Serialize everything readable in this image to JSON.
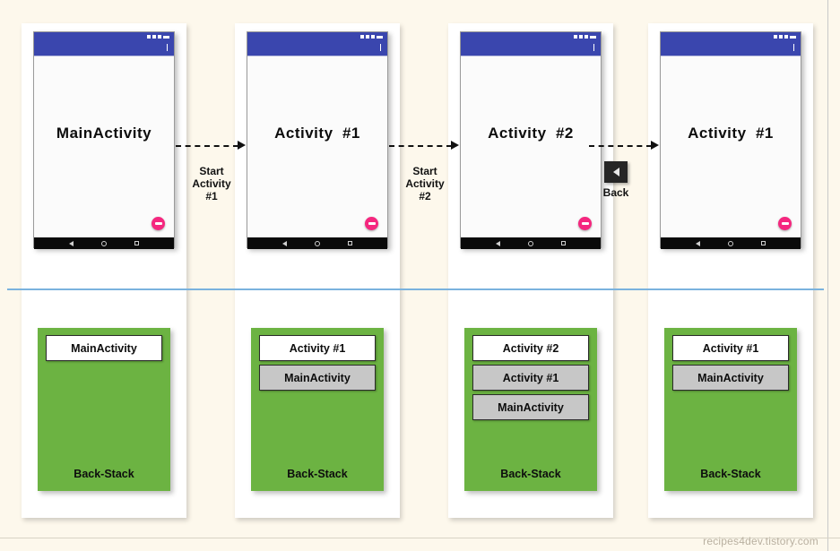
{
  "meta": {
    "watermark": "recipes4dev.tistory.com",
    "colors": {
      "background": "#fbeecb",
      "panel": "#fdf8ec",
      "column": "#ffffff",
      "divider": "#7ab2de",
      "status_bar": "#3a46ae",
      "fab": "#f5277f",
      "nav_bar": "#0a0a0a",
      "stack_green": "#6cb342",
      "stack_item_top": "#ffffff",
      "stack_item_below": "#c7c7c7",
      "back_button": "#262626"
    }
  },
  "steps": [
    {
      "id": "step-1",
      "screen_title": "MainActivity",
      "stack_caption": "Back-Stack",
      "stack_items": [
        {
          "label": "MainActivity",
          "state": "top"
        }
      ]
    },
    {
      "id": "step-2",
      "screen_title": "Activity  #1",
      "stack_caption": "Back-Stack",
      "stack_items": [
        {
          "label": "Activity #1",
          "state": "top"
        },
        {
          "label": "MainActivity",
          "state": "below"
        }
      ]
    },
    {
      "id": "step-3",
      "screen_title": "Activity  #2",
      "stack_caption": "Back-Stack",
      "stack_items": [
        {
          "label": "Activity #2",
          "state": "top"
        },
        {
          "label": "Activity #1",
          "state": "below"
        },
        {
          "label": "MainActivity",
          "state": "below"
        }
      ]
    },
    {
      "id": "step-4",
      "screen_title": "Activity  #1",
      "stack_caption": "Back-Stack",
      "stack_items": [
        {
          "label": "Activity #1",
          "state": "top"
        },
        {
          "label": "MainActivity",
          "state": "below"
        }
      ]
    }
  ],
  "transitions": [
    {
      "id": "transition-1",
      "label": "Start\nActivity\n#1",
      "kind": "arrow"
    },
    {
      "id": "transition-2",
      "label": "Start\nActivity\n#2",
      "kind": "arrow"
    },
    {
      "id": "transition-3",
      "label": "Back",
      "kind": "back-button"
    }
  ]
}
